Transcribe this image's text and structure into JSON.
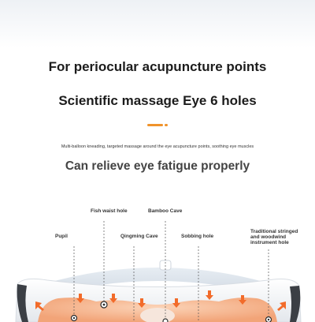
{
  "heading_line1": "For periocular acupuncture points",
  "heading_line2": "Scientific massage Eye 6 holes",
  "description": "Multi-balloon kneading, targeted massage around the eye acupuncture points, soothing eye muscles",
  "subheading": "Can relieve eye fatigue properly",
  "labels": {
    "fish_waist_hole": "Fish waist hole",
    "bamboo_cave": "Bamboo Cave",
    "pupil": "Pupil",
    "qingming_cave": "Qingming Cave",
    "sobbing_hole": "Sobbing hole",
    "traditional_line1": "Traditional stringed",
    "traditional_line2": "and woodwind",
    "traditional_line3": "instrument hole"
  },
  "colors": {
    "accent": "#f0932b",
    "arrow": "#f26b2a",
    "pad": "#f6b58f"
  }
}
